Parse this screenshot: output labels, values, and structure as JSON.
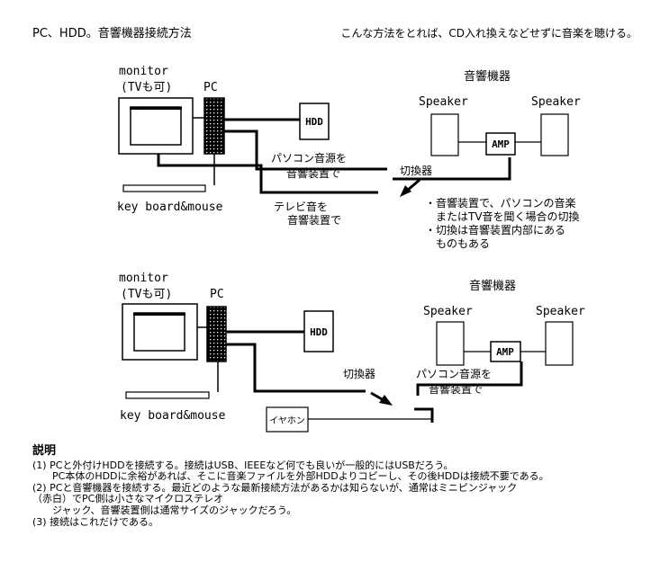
{
  "header": {
    "title": "PC、HDD。音響機器接続方法",
    "subtitle": "こんな方法をとれば、CD入れ換えなどせずに音楽を聴ける。"
  },
  "diagram1": {
    "monitor_label_1": "monitor",
    "monitor_label_2": "(TVも可)",
    "pc_label": "PC",
    "hdd_label": "HDD",
    "keyboard_label": "key board&mouse",
    "audio_title": "音響機器",
    "speaker_left": "Speaker",
    "speaker_right": "Speaker",
    "amp_label": "AMP",
    "switch_label": "切換器",
    "pc_audio_1": "パソコン音源を",
    "pc_audio_2": "音響装置で",
    "tv_audio_1": "テレビ音を",
    "tv_audio_2": "音響装置で",
    "notes": [
      "・音響装置で、パソコンの音楽",
      "　またはTV音を聞く場合の切換",
      "・切換は音響装置内部にある",
      "　ものもある"
    ]
  },
  "diagram2": {
    "monitor_label_1": "monitor",
    "monitor_label_2": "(TVも可)",
    "pc_label": "PC",
    "hdd_label": "HDD",
    "keyboard_label": "key board&mouse",
    "audio_title": "音響機器",
    "speaker_left": "Speaker",
    "speaker_right": "Speaker",
    "amp_label": "AMP",
    "switch_label": "切換器",
    "pc_audio_1": "パソコン音源を",
    "pc_audio_2": "音響装置で",
    "earphone_label": "イヤホン"
  },
  "explanation": {
    "heading": "説明",
    "lines": [
      "(1) PCと外付けHDDを接続する。接続はUSB、IEEEなど何でも良いが一般的にはUSBだろう。",
      "PC本体のHDDに余裕があれば、そこに音楽ファイルを外部HDDよりコピーし、その後HDDは接続不要である。",
      "(2) PCと音響機器を接続する。最近どのような最新接続方法があるかは知らないが、通常はミニピンジャック",
      "（赤白）でPC側は小さなマイクロステレオ",
      "ジャック、音響装置側は通常サイズのジャックだろう。",
      "(3) 接続はこれだけである。"
    ]
  }
}
